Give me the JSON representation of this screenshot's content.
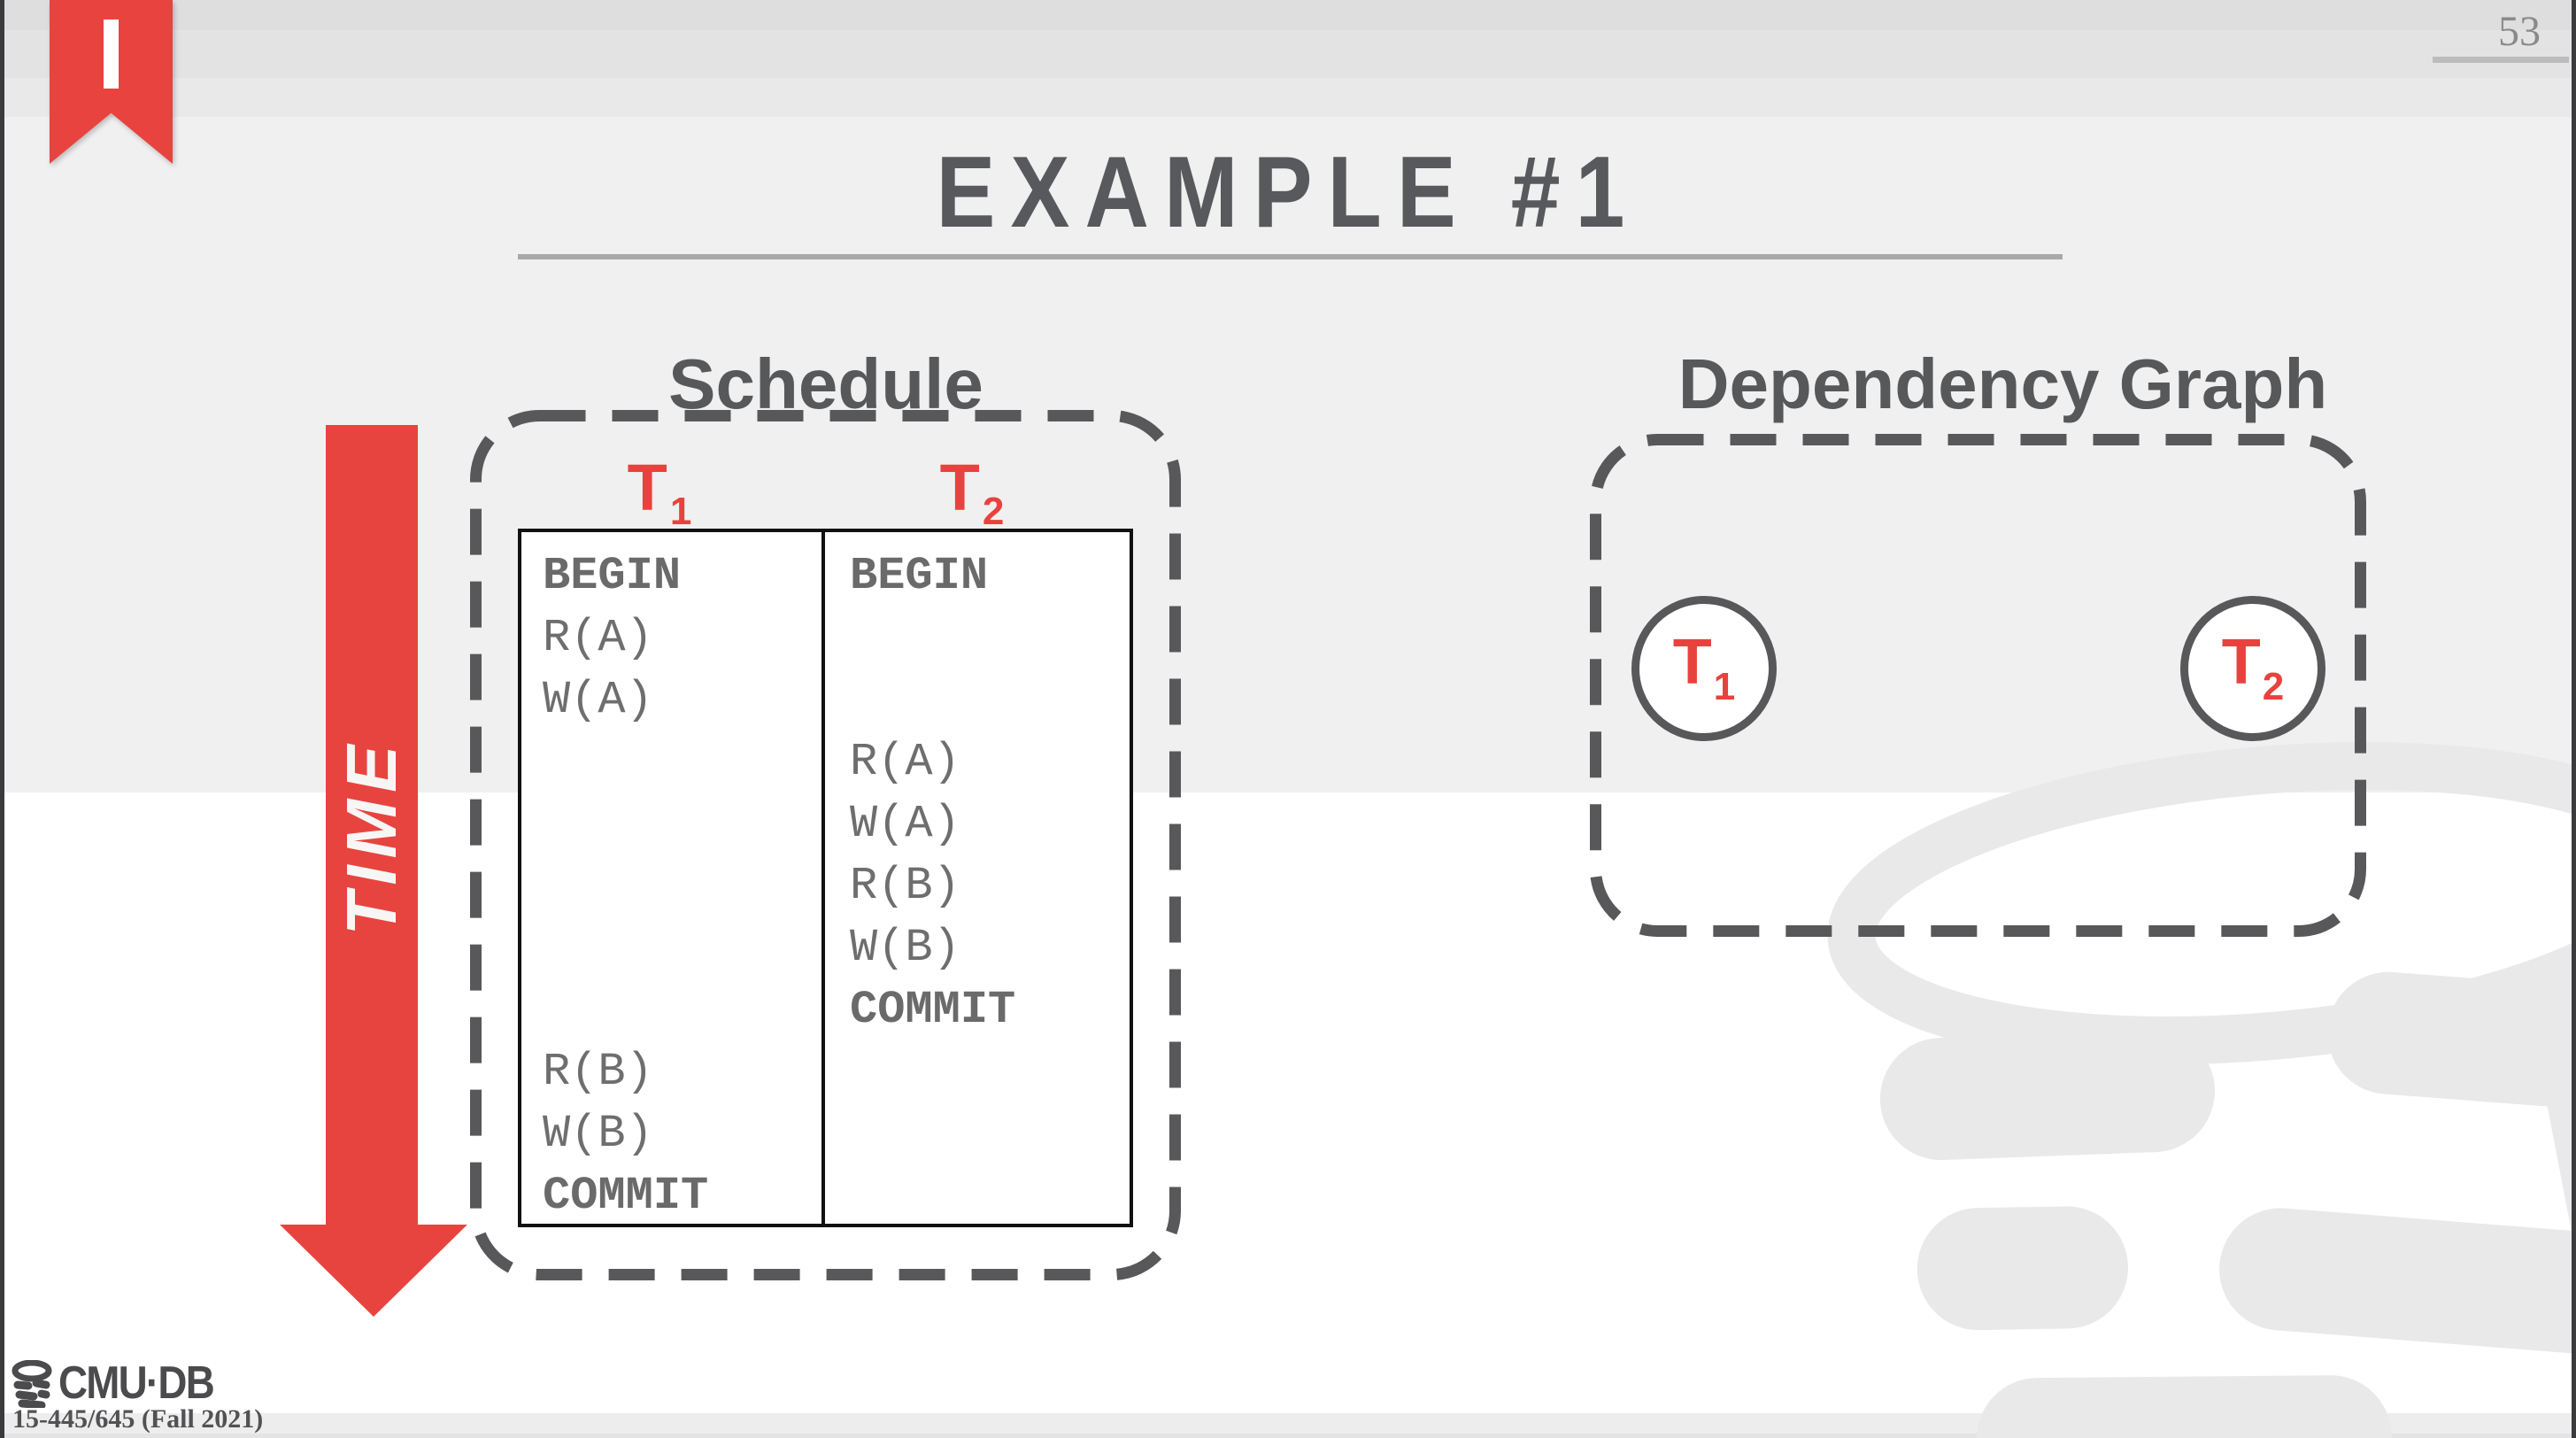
{
  "page": {
    "number": "53"
  },
  "title": "EXAMPLE #1",
  "sections": {
    "schedule": {
      "label": "Schedule",
      "time_label": "TIME",
      "row_count": 11,
      "columns": [
        {
          "header": {
            "base": "T",
            "sub": "1"
          },
          "ops": [
            {
              "row": 1,
              "text": "BEGIN",
              "bold": true
            },
            {
              "row": 2,
              "text": "R(A)",
              "bold": false
            },
            {
              "row": 3,
              "text": "W(A)",
              "bold": false
            },
            {
              "row": 9,
              "text": "R(B)",
              "bold": false
            },
            {
              "row": 10,
              "text": "W(B)",
              "bold": false
            },
            {
              "row": 11,
              "text": "COMMIT",
              "bold": true
            }
          ]
        },
        {
          "header": {
            "base": "T",
            "sub": "2"
          },
          "ops": [
            {
              "row": 1,
              "text": "BEGIN",
              "bold": true
            },
            {
              "row": 4,
              "text": "R(A)",
              "bold": false
            },
            {
              "row": 5,
              "text": "W(A)",
              "bold": false
            },
            {
              "row": 6,
              "text": "R(B)",
              "bold": false
            },
            {
              "row": 7,
              "text": "W(B)",
              "bold": false
            },
            {
              "row": 8,
              "text": "COMMIT",
              "bold": true
            }
          ]
        }
      ]
    },
    "dependency": {
      "label": "Dependency Graph",
      "nodes": [
        {
          "base": "T",
          "sub": "1"
        },
        {
          "base": "T",
          "sub": "2"
        }
      ]
    }
  },
  "footer": {
    "logo_text": "CMU·DB",
    "course": "15-445/645 (Fall 2021)"
  },
  "colors": {
    "accent_red": "#e8433e",
    "dash_gray": "#58585a",
    "heading_gray": "#58595c",
    "table_text_gray": "#6e6e6f",
    "watermark_gray": "#e9e9ea",
    "page_number_gray": "#8a8a8c"
  }
}
